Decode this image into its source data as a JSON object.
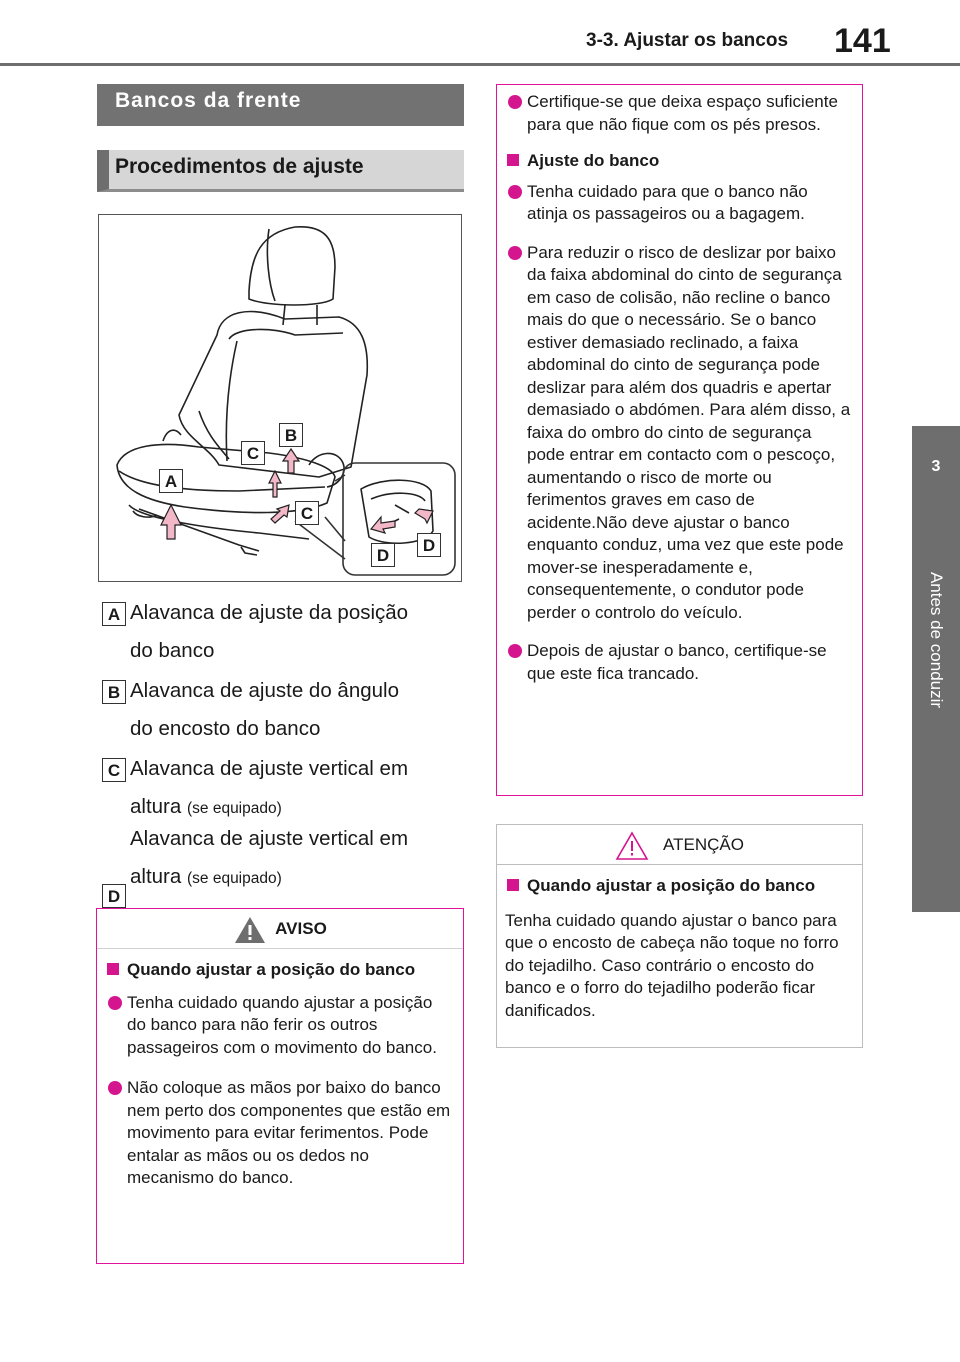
{
  "header": {
    "title": "3-3. Ajustar os bancos",
    "page_number": "141"
  },
  "side_tab": {
    "number": "3",
    "label": "Antes de conduzir"
  },
  "section_title": "Bancos da frente",
  "subsection_title": "Procedimentos de ajuste",
  "figure": {
    "labels": [
      "A",
      "B",
      "C",
      "C",
      "D",
      "D"
    ]
  },
  "legend": [
    {
      "letter": "A",
      "line1": "Alavanca de ajuste da posição",
      "line2": "do banco",
      "note": ""
    },
    {
      "letter": "B",
      "line1": "Alavanca de ajuste do ângulo",
      "line2": "do encosto do banco",
      "note": ""
    },
    {
      "letter": "C",
      "line1": "Alavanca de ajuste vertical em",
      "line2": "altura",
      "note": "(se equipado)"
    },
    {
      "letter": "D",
      "line1": "Alavanca de ajuste vertical em",
      "line2": "altura",
      "note": "(se equipado)"
    }
  ],
  "aviso": {
    "heading": "AVISO",
    "subheading": "Quando ajustar a posição do banco",
    "bullets": [
      "Tenha cuidado quando ajustar a posição do banco para não ferir os outros passageiros com o movimento do banco.",
      "Não coloque as mãos por baixo do banco nem perto dos componentes que estão em movimento para evitar ferimentos. Pode entalar as mãos ou os dedos no mecanismo do banco."
    ]
  },
  "aviso_cont": {
    "bullet_top": "Certifique-se que deixa espaço suficiente para que não fique com os pés presos.",
    "subheading": "Ajuste do banco",
    "bullets": [
      "Tenha cuidado para que o banco não atinja os passageiros ou a bagagem.",
      "Para reduzir o risco de deslizar por baixo da faixa abdominal do cinto de segurança em caso de colisão, não recline o banco mais do que o necessário. Se o banco estiver demasiado reclinado, a faixa abdominal do cinto de segurança pode deslizar para além dos quadris e apertar demasiado o abdómen. Para além disso, a faixa do ombro do cinto de segurança pode entrar em contacto com o pescoço, aumentando o risco de morte ou ferimentos graves em caso de acidente.Não deve ajustar o banco enquanto conduz, uma vez que este pode mover-se inesperadamente e, consequentemente, o condutor pode perder o controlo do veículo.",
      "Depois de ajustar o banco, certifique-se que este fica trancado."
    ]
  },
  "atencao": {
    "heading": "ATENÇÃO",
    "subheading": "Quando ajustar a posição do banco",
    "text": "Tenha cuidado quando ajustar o banco para que o encosto de cabeça não toque no forro do tejadilho. Caso contrário o encosto do banco e o forro do tejadilho poderão ficar danificados."
  },
  "colors": {
    "accent": "#d4158e",
    "dark_gray": "#727272",
    "light_gray": "#d6d6d6"
  }
}
